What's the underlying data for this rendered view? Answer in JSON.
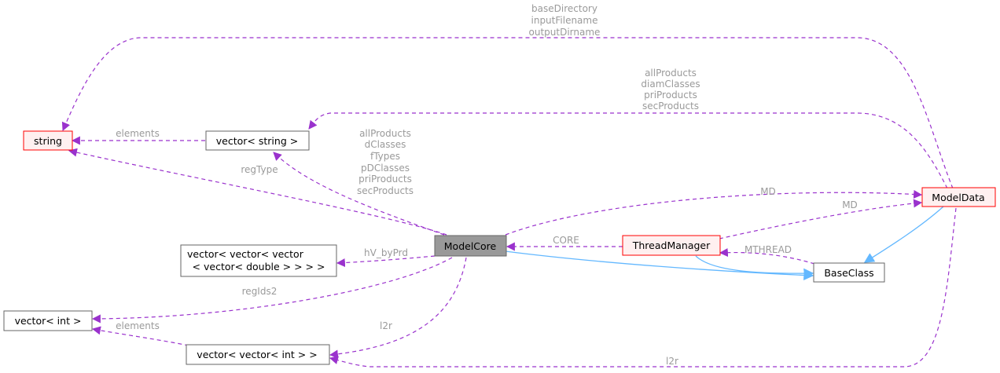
{
  "nodes": {
    "string": "string",
    "vector_string": "vector< string >",
    "modelcore": "ModelCore",
    "modeldata": "ModelData",
    "threadmanager": "ThreadManager",
    "baseclass": "BaseClass",
    "vvvv_line1": "vector< vector< vector",
    "vvvv_line2": "< vector< double > > > >",
    "vector_int": "vector< int >",
    "vector_vector_int": "vector< vector< int > >"
  },
  "edges": {
    "md_to_string": [
      "baseDirectory",
      "inputFilename",
      "outputDirname"
    ],
    "md_to_vector_string": [
      "allProducts",
      "diamClasses",
      "priProducts",
      "secProducts"
    ],
    "vs_to_string": "elements",
    "mc_to_string": "regType",
    "mc_to_vector_string": [
      "allProducts",
      "dClasses",
      "fTypes",
      "pDClasses",
      "priProducts",
      "secProducts"
    ],
    "mc_to_md": "MD",
    "tm_to_md": "MD",
    "tm_to_mc": "CORE",
    "bc_to_tm": "MTHREAD",
    "mc_to_vvvv": "hV_byPrd",
    "mc_to_vector_int": "regIds2",
    "vvi_to_vector_int": "elements",
    "mc_to_vvi": "l2r",
    "md_to_vvi": "l2r"
  },
  "colors": {
    "usage_edge": "#9a32cd",
    "inheritance_edge": "#63b8ff",
    "edge_label": "#9a9a9a",
    "highlight_fill": "#999999",
    "incomplete_border": "#ff0000",
    "incomplete_fill": "#fff0f0"
  }
}
